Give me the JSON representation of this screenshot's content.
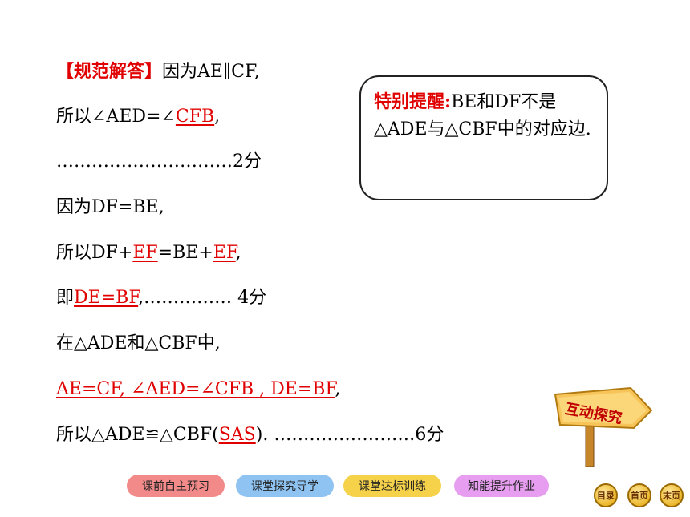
{
  "solution": {
    "heading": "【规范解答】",
    "l1_rest": "因为AE∥CF,",
    "l2_a": "所以∠AED=∠",
    "l2_fill": "CFB",
    "l2_b": ",",
    "l3": "…………………………2分",
    "l4": "因为DF=BE,",
    "l5_a": "所以DF+",
    "l5_fill1": "EF",
    "l5_b": "=BE+",
    "l5_fill2": "EF",
    "l5_c": ",",
    "l6_a": "即",
    "l6_fill": "DE=BF",
    "l6_b": ",…………… 4分",
    "l7": "在△ADE和△CBF中,",
    "l8_fill": "AE=CF, ∠AED=∠CFB , DE=BF",
    "l8_b": ",",
    "l9_a": "所以△ADE≌△CBF(",
    "l9_fill": "SAS",
    "l9_b": "). ……………………6分"
  },
  "note": {
    "label": "特别提醒:",
    "text": "BE和DF不是△ADE与△CBF中的对应边."
  },
  "sign": {
    "label": "互动探究"
  },
  "nav": {
    "buttons": [
      {
        "label": "课前自主预习",
        "color": "#f28a8a"
      },
      {
        "label": "课堂探究导学",
        "color": "#8ec3f2"
      },
      {
        "label": "课堂达标训练",
        "color": "#f5d24a"
      },
      {
        "label": "知能提升作业",
        "color": "#e79ef0"
      }
    ],
    "round": [
      "目录",
      "首页",
      "末页"
    ]
  }
}
